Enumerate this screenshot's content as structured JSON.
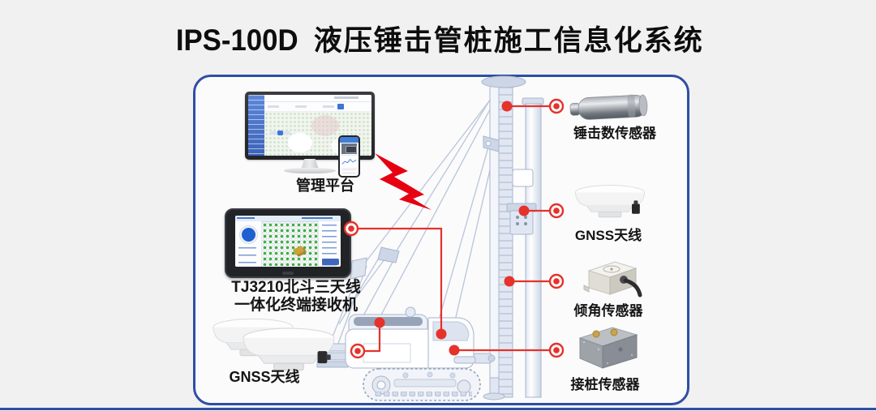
{
  "title": {
    "model": "IPS-100D",
    "name": "液压锤击管桩施工信息化系统"
  },
  "platform": {
    "label": "管理平台"
  },
  "receiver": {
    "label_line1": "TJ3210北斗三天线",
    "label_line2": "一体化终端接收机"
  },
  "gnss_left": {
    "label": "GNSS天线"
  },
  "sensors": [
    {
      "id": "hammer-count-sensor",
      "label": "锤击数传感器"
    },
    {
      "id": "gnss-antenna",
      "label": "GNSS天线"
    },
    {
      "id": "tilt-sensor",
      "label": "倾角传感器"
    },
    {
      "id": "pile-splice-sensor",
      "label": "接桩传感器"
    }
  ],
  "colors": {
    "accent_red": "#e60012",
    "line_red": "#e5322b",
    "frame_blue": "#2e4fa3",
    "machine_blue": "#a9b6cc",
    "page_bg": "#f1f1f2"
  },
  "icons": {
    "lightning": "wireless-data-link",
    "dot": "connection-point",
    "ring": "target-marker"
  }
}
